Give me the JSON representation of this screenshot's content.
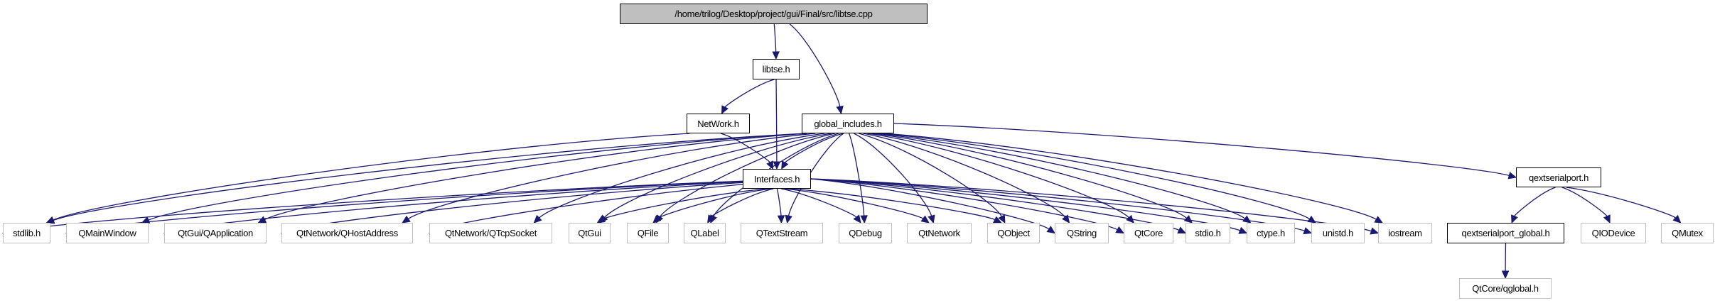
{
  "diagram": {
    "type": "include-dependency-graph",
    "edge_color": "#191970",
    "root_fill": "#bfbfbf",
    "external_border": "#bfbfbf",
    "nodes": [
      {
        "id": "root",
        "label": "/home/trilog/Desktop/project/gui/Final/src/libtse.cpp",
        "kind": "root"
      },
      {
        "id": "libtse",
        "label": "libtse.h",
        "kind": "local"
      },
      {
        "id": "network",
        "label": "NetWork.h",
        "kind": "local"
      },
      {
        "id": "global",
        "label": "global_includes.h",
        "kind": "local"
      },
      {
        "id": "interfaces",
        "label": "Interfaces.h",
        "kind": "local"
      },
      {
        "id": "qext",
        "label": "qextserialport.h",
        "kind": "local"
      },
      {
        "id": "stdlib",
        "label": "stdlib.h",
        "kind": "external"
      },
      {
        "id": "qmainwindow",
        "label": "QMainWindow",
        "kind": "external"
      },
      {
        "id": "qapplication",
        "label": "QtGui/QApplication",
        "kind": "external"
      },
      {
        "id": "qhostaddress",
        "label": "QtNetwork/QHostAddress",
        "kind": "external"
      },
      {
        "id": "qtcpsocket",
        "label": "QtNetwork/QTcpSocket",
        "kind": "external"
      },
      {
        "id": "qtgui",
        "label": "QtGui",
        "kind": "external"
      },
      {
        "id": "qfile",
        "label": "QFile",
        "kind": "external"
      },
      {
        "id": "qlabel",
        "label": "QLabel",
        "kind": "external"
      },
      {
        "id": "qtextstream",
        "label": "QTextStream",
        "kind": "external"
      },
      {
        "id": "qdebug",
        "label": "QDebug",
        "kind": "external"
      },
      {
        "id": "qtnetwork",
        "label": "QtNetwork",
        "kind": "external"
      },
      {
        "id": "qobject",
        "label": "QObject",
        "kind": "external"
      },
      {
        "id": "qstring",
        "label": "QString",
        "kind": "external"
      },
      {
        "id": "qtcore",
        "label": "QtCore",
        "kind": "external"
      },
      {
        "id": "stdio",
        "label": "stdio.h",
        "kind": "external"
      },
      {
        "id": "ctype",
        "label": "ctype.h",
        "kind": "external"
      },
      {
        "id": "unistd",
        "label": "unistd.h",
        "kind": "external"
      },
      {
        "id": "iostream",
        "label": "iostream",
        "kind": "external"
      },
      {
        "id": "qextglobal",
        "label": "qextserialport_global.h",
        "kind": "local"
      },
      {
        "id": "qiodevice",
        "label": "QIODevice",
        "kind": "external"
      },
      {
        "id": "qmutex",
        "label": "QMutex",
        "kind": "external"
      },
      {
        "id": "qglobal",
        "label": "QtCore/qglobal.h",
        "kind": "external"
      }
    ],
    "edges": [
      [
        "root",
        "libtse"
      ],
      [
        "root",
        "global"
      ],
      [
        "libtse",
        "network"
      ],
      [
        "libtse",
        "interfaces"
      ],
      [
        "network",
        "stdlib"
      ],
      [
        "network",
        "interfaces"
      ],
      [
        "global",
        "interfaces"
      ],
      [
        "global",
        "stdlib"
      ],
      [
        "global",
        "qmainwindow"
      ],
      [
        "global",
        "qapplication"
      ],
      [
        "global",
        "qhostaddress"
      ],
      [
        "global",
        "qtcpsocket"
      ],
      [
        "global",
        "qtgui"
      ],
      [
        "global",
        "qfile"
      ],
      [
        "global",
        "qlabel"
      ],
      [
        "global",
        "qtextstream"
      ],
      [
        "global",
        "qdebug"
      ],
      [
        "global",
        "qtnetwork"
      ],
      [
        "global",
        "qobject"
      ],
      [
        "global",
        "qstring"
      ],
      [
        "global",
        "qtcore"
      ],
      [
        "global",
        "stdio"
      ],
      [
        "global",
        "ctype"
      ],
      [
        "global",
        "unistd"
      ],
      [
        "global",
        "iostream"
      ],
      [
        "global",
        "qext"
      ],
      [
        "interfaces",
        "stdlib"
      ],
      [
        "interfaces",
        "qmainwindow"
      ],
      [
        "interfaces",
        "qapplication"
      ],
      [
        "interfaces",
        "qhostaddress"
      ],
      [
        "interfaces",
        "qtcpsocket"
      ],
      [
        "interfaces",
        "qtgui"
      ],
      [
        "interfaces",
        "qfile"
      ],
      [
        "interfaces",
        "qlabel"
      ],
      [
        "interfaces",
        "qtextstream"
      ],
      [
        "interfaces",
        "qdebug"
      ],
      [
        "interfaces",
        "qtnetwork"
      ],
      [
        "interfaces",
        "qobject"
      ],
      [
        "interfaces",
        "qstring"
      ],
      [
        "interfaces",
        "qtcore"
      ],
      [
        "interfaces",
        "stdio"
      ],
      [
        "interfaces",
        "ctype"
      ],
      [
        "interfaces",
        "unistd"
      ],
      [
        "interfaces",
        "iostream"
      ],
      [
        "qext",
        "qextglobal"
      ],
      [
        "qext",
        "qiodevice"
      ],
      [
        "qext",
        "qmutex"
      ],
      [
        "qextglobal",
        "qglobal"
      ]
    ]
  }
}
